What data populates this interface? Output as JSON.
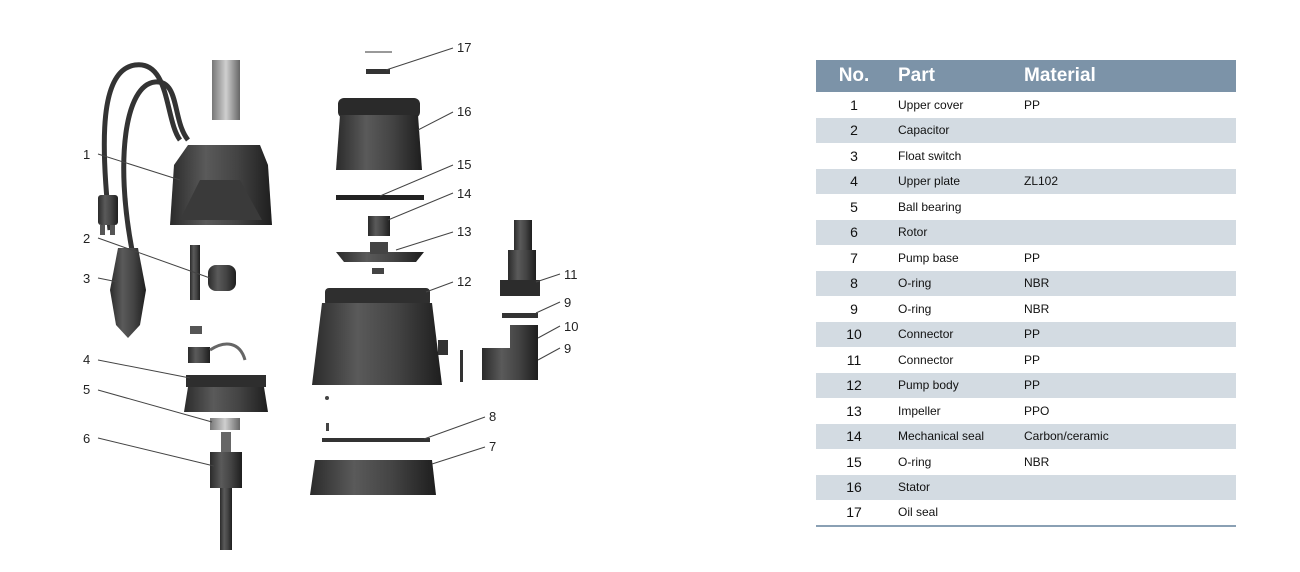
{
  "diagram": {
    "callouts": [
      "1",
      "2",
      "3",
      "4",
      "5",
      "6",
      "7",
      "8",
      "9",
      "9",
      "10",
      "11",
      "12",
      "13",
      "14",
      "15",
      "16",
      "17"
    ]
  },
  "table": {
    "headers": {
      "no": "No.",
      "part": "Part",
      "material": "Material"
    },
    "rows": [
      {
        "no": "1",
        "part": "Upper cover",
        "material": "PP"
      },
      {
        "no": "2",
        "part": "Capacitor",
        "material": ""
      },
      {
        "no": "3",
        "part": "Float switch",
        "material": ""
      },
      {
        "no": "4",
        "part": "Upper plate",
        "material": "ZL102"
      },
      {
        "no": "5",
        "part": "Ball bearing",
        "material": ""
      },
      {
        "no": "6",
        "part": "Rotor",
        "material": ""
      },
      {
        "no": "7",
        "part": "Pump base",
        "material": "PP"
      },
      {
        "no": "8",
        "part": "O-ring",
        "material": "NBR"
      },
      {
        "no": "9",
        "part": "O-ring",
        "material": "NBR"
      },
      {
        "no": "10",
        "part": "Connector",
        "material": "PP"
      },
      {
        "no": "11",
        "part": "Connector",
        "material": "PP"
      },
      {
        "no": "12",
        "part": "Pump body",
        "material": "PP"
      },
      {
        "no": "13",
        "part": "Impeller",
        "material": "PPO"
      },
      {
        "no": "14",
        "part": "Mechanical seal",
        "material": "Carbon/ceramic"
      },
      {
        "no": "15",
        "part": "O-ring",
        "material": "NBR"
      },
      {
        "no": "16",
        "part": "Stator",
        "material": ""
      },
      {
        "no": "17",
        "part": "Oil seal",
        "material": ""
      }
    ]
  }
}
